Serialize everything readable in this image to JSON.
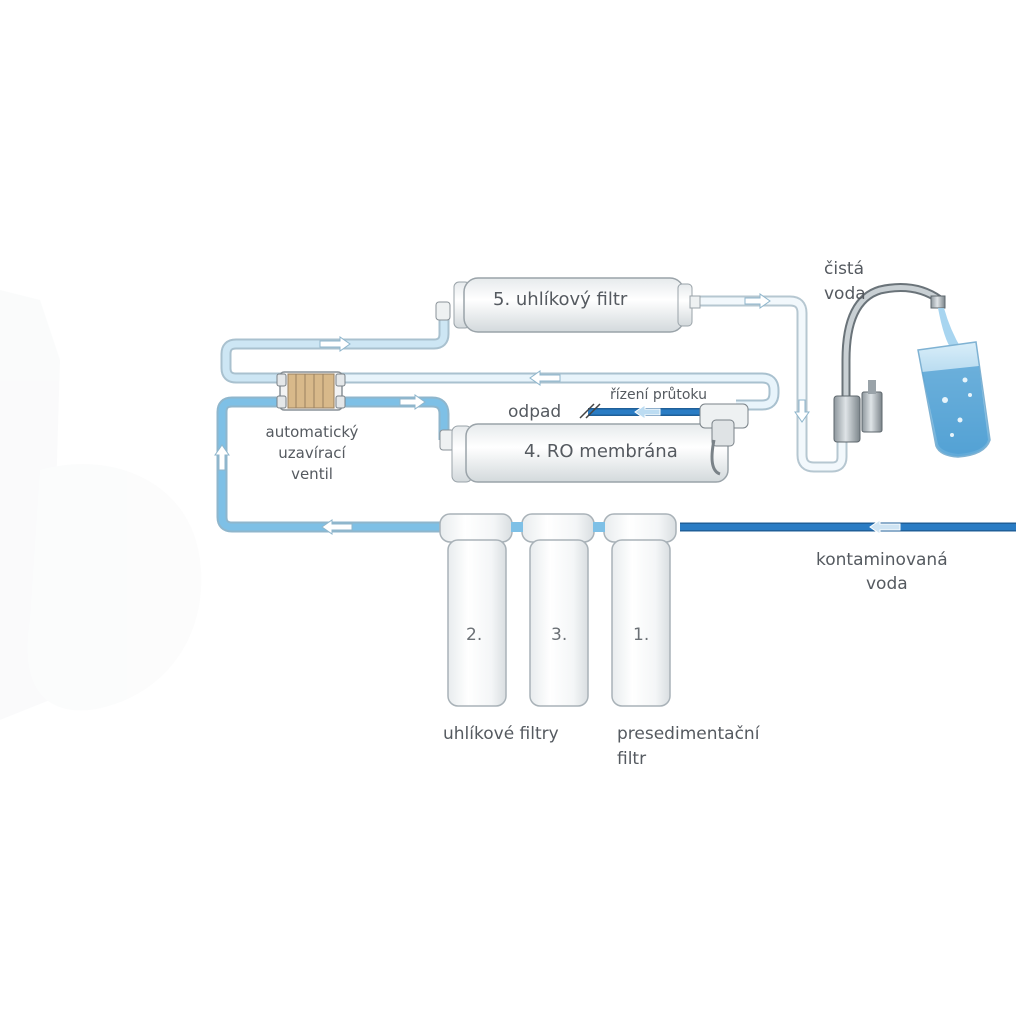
{
  "labels": {
    "filter5": "5. uhlíkový filtr",
    "membrane": "4. RO membrána",
    "clean_water_1": "čistá",
    "clean_water_2": "voda",
    "valve_1": "automatický",
    "valve_2": "uzavírací",
    "valve_3": "ventil",
    "waste": "odpad",
    "flow_control": "řízení průtoku",
    "contaminated_1": "kontaminovaná",
    "contaminated_2": "voda",
    "carbon_filters": "uhlíkové filtry",
    "presediment_1": "presedimentační",
    "presediment_2": "filtr"
  },
  "cartridges": {
    "c2": "2.",
    "c3": "3.",
    "c1": "1."
  },
  "colors": {
    "dirty_water": "#2a7cc4",
    "pretreated_water": "#7ec0e6",
    "clean_water": "#dff0fa",
    "pipe_outline": "#9fb5c4",
    "housing": "#fbfbfb",
    "housing_outline": "#a9b2b8",
    "text": "#555a60"
  }
}
